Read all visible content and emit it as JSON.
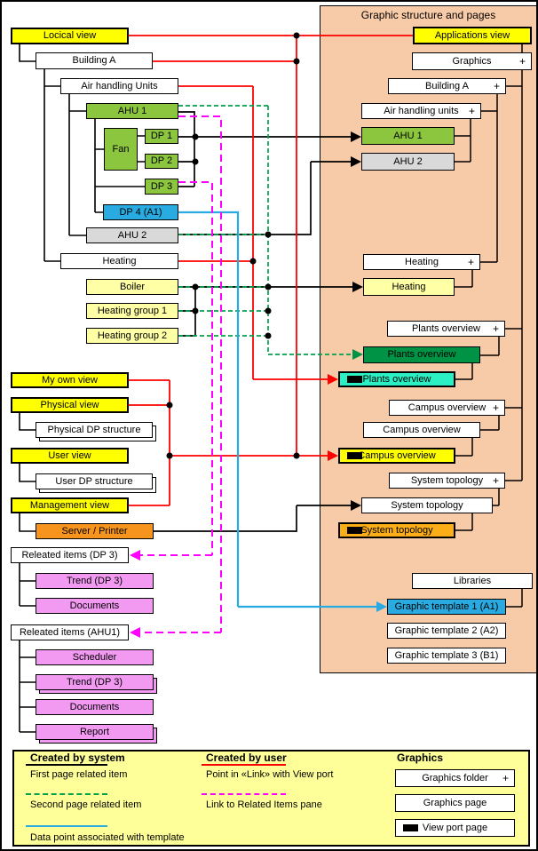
{
  "left_tree": {
    "locical_view": "Locical view",
    "building_a": "Building A",
    "air_handling_units": "Air handling Units",
    "ahu1": "AHU 1",
    "fan": "Fan",
    "dp1": "DP 1",
    "dp2": "DP 2",
    "dp3": "DP 3",
    "dp4": "DP 4 (A1)",
    "ahu2": "AHU 2",
    "heating": "Heating",
    "boiler": "Boiler",
    "heating_group_1": "Heating group 1",
    "heating_group_2": "Heating group 2",
    "my_own_view": "My own view",
    "physical_view": "Physical view",
    "physical_dp_structure": "Physical DP structure",
    "user_view": "User view",
    "user_dp_structure": "User DP structure",
    "management_view": "Management view",
    "server_printer": "Server / Printer",
    "releated_items_dp3": "Releated items (DP 3)",
    "trend_dp3": "Trend (DP 3)",
    "documents": "Documents",
    "releated_items_ahu1": "Releated items (AHU1)",
    "scheduler": "Scheduler",
    "trend_dp3_2": "Trend (DP 3)",
    "documents_2": "Documents",
    "report": "Report"
  },
  "right_panel": {
    "title": "Graphic structure and pages",
    "plus": "+",
    "applications_view": "Applications view",
    "graphics": "Graphics",
    "building_a": "Building A",
    "air_handling_units": "Air handling units",
    "ahu1": "AHU 1",
    "ahu2": "AHU 2",
    "heating_folder": "Heating",
    "heating_page": "Heating",
    "plants_overview_folder": "Plants overview",
    "plants_overview_page": "Plants overview",
    "plants_overview_viewport": "Plants overview",
    "campus_overview_folder": "Campus overview",
    "campus_overview_page": "Campus overview",
    "campus_overview_viewport": "Campus overview",
    "system_topology_folder": "System topology",
    "system_topology_page": "System topology",
    "system_topology_viewport": "System topology",
    "libraries": "Libraries",
    "graphic_template_1": "Graphic template 1 (A1)",
    "graphic_template_2": "Graphic template 2 (A2)",
    "graphic_template_3": "Graphic template 3 (B1)"
  },
  "legend": {
    "created_by_system": "Created by system",
    "first_page_related_item": "First page related item",
    "second_page_related_item": "Second page related item",
    "data_point_associated_with_template": "Data point associated with template",
    "created_by_user": "Created by user",
    "point_in_link_with_view_port": "Point in «Link» with View port",
    "link_to_related_items_pane": "Link to Related Items pane",
    "graphics_heading": "Graphics",
    "graphics_folder": "Graphics folder",
    "graphics_page": "Graphics page",
    "view_port_page": "View port page"
  },
  "colors": {
    "black": "#000000",
    "red": "#FF0000",
    "green_line": "#00A14B",
    "cyan_line": "#29ABE2",
    "magenta": "#FF00FF",
    "dark_green": "#009245",
    "yellow": "#FFFF00",
    "pale_yellow": "#FFFFA6",
    "green_box": "#8CC63F",
    "turquoise": "#2BF0C4",
    "blue": "#29ABE2",
    "gray": "#D9D9D9",
    "orange": "#F7941E",
    "amber": "#FBAE17",
    "violet": "#F29AF2",
    "panel_bg": "#F8CBA8",
    "legend_bg": "#FFFF99"
  }
}
